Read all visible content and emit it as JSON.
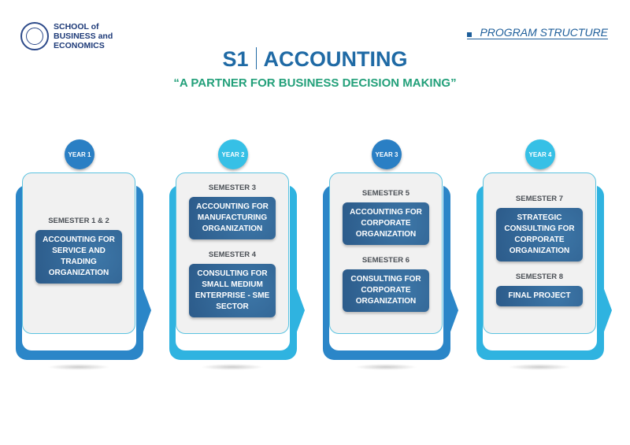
{
  "header": {
    "logo_lines": [
      "SCHOOL of",
      "BUSINESS and",
      "ECONOMICS"
    ],
    "section": "PROGRAM STRUCTURE"
  },
  "title": {
    "code": "S1",
    "name": "ACCOUNTING"
  },
  "tagline": "“A PARTNER FOR BUSINESS DECISION MAKING”",
  "years": [
    {
      "label": "YEAR 1",
      "semesters": [
        {
          "label": "SEMESTER 1 & 2",
          "course": "ACCOUNTING FOR SERVICE AND TRADING ORGANIZATION"
        }
      ]
    },
    {
      "label": "YEAR 2",
      "semesters": [
        {
          "label": "SEMESTER 3",
          "course": "ACCOUNTING FOR MANUFACTURING ORGANIZATION"
        },
        {
          "label": "SEMESTER 4",
          "course": "CONSULTING FOR SMALL MEDIUM ENTERPRISE - SME SECTOR"
        }
      ]
    },
    {
      "label": "YEAR 3",
      "semesters": [
        {
          "label": "SEMESTER 5",
          "course": "ACCOUNTING FOR CORPORATE ORGANIZATION"
        },
        {
          "label": "SEMESTER 6",
          "course": "CONSULTING FOR CORPORATE ORGANIZATION"
        }
      ]
    },
    {
      "label": "YEAR 4",
      "semesters": [
        {
          "label": "SEMESTER 7",
          "course": "STRATEGIC CONSULTING FOR CORPORATE ORGANIZATION"
        },
        {
          "label": "SEMESTER 8",
          "course": "FINAL PROJECT"
        }
      ]
    }
  ]
}
